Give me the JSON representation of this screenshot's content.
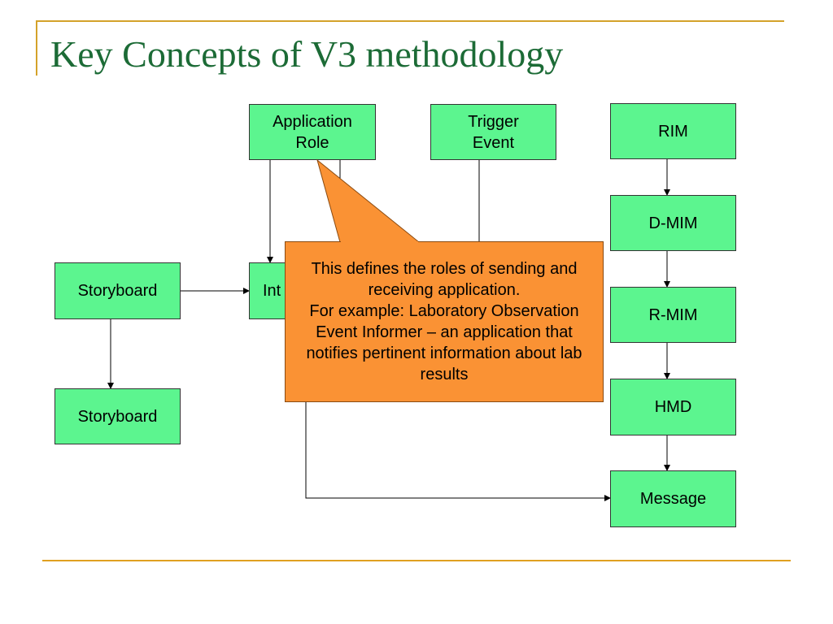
{
  "title": "Key Concepts of V3 methodology",
  "colors": {
    "accent_rule": "#d4a22a",
    "title_text": "#1c6b36",
    "node_fill": "#5cf58f",
    "callout_fill": "#fa9234"
  },
  "nodes": {
    "application_role": "Application\nRole",
    "trigger_event": "Trigger\nEvent",
    "rim": "RIM",
    "d_mim": "D-MIM",
    "storyboard_1": "Storyboard",
    "interaction_partial": "Int",
    "r_mim": "R-MIM",
    "storyboard_2": "Storyboard",
    "hmd": "HMD",
    "message": "Message"
  },
  "callout": {
    "text": "This defines the roles of sending and receiving application.\nFor example: Laboratory Observation Event Informer – an application that notifies pertinent information about lab results"
  }
}
